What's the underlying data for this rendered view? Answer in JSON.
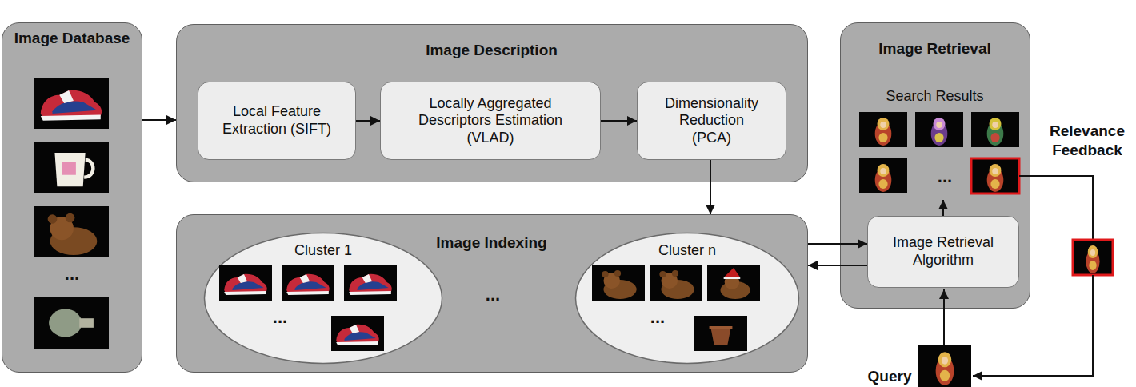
{
  "diagram": {
    "nodes": [
      {
        "text": [
          "Image Database",
          "..."
        ]
      },
      {
        "text": [
          "Image Description"
        ]
      },
      {
        "text": [
          "Local Feature Extraction (SIFT)"
        ],
        "in": 1
      },
      {
        "text": [
          "Locally Aggregated Descriptors Estimation (VLAD)"
        ],
        "in": 1
      },
      {
        "text": [
          "Dimensionality Reduction (PCA)"
        ],
        "in": 1
      },
      {
        "text": [
          "Image Indexing",
          "..."
        ]
      },
      {
        "text": [
          "Cluster 1",
          "..."
        ],
        "in": 5
      },
      {
        "text": [
          "Cluster n",
          "..."
        ],
        "in": 5
      },
      {
        "text": [
          "Image Retrieval",
          "Search Results",
          "..."
        ]
      },
      {
        "text": [
          "Image Retrieval Algorithm"
        ],
        "in": 8
      }
    ],
    "edges": [
      {
        "from": 0,
        "to": 1,
        "arrow": "to"
      },
      {
        "from": 2,
        "to": 3,
        "arrow": "to"
      },
      {
        "from": 3,
        "to": 4,
        "arrow": "to"
      },
      {
        "from": 4,
        "to": 5,
        "arrow": "to"
      },
      {
        "from": 5,
        "to": 9,
        "arrow": "to"
      },
      {
        "from": 9,
        "to": 5,
        "arrow": "to"
      }
    ],
    "labels": [
      "Relevance Feedback",
      "Query"
    ]
  }
}
